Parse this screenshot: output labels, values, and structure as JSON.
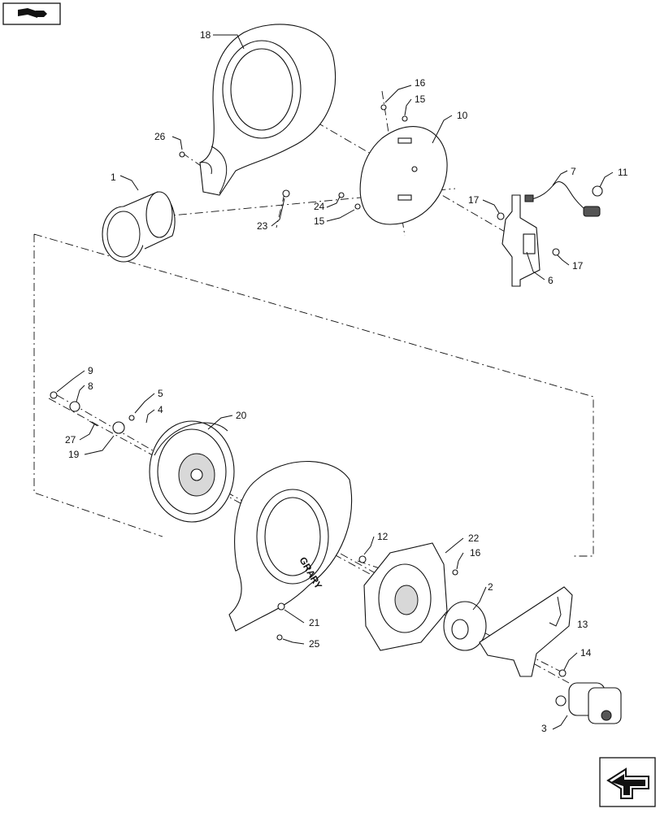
{
  "diagram": {
    "callouts": [
      "18",
      "16",
      "15",
      "10",
      "26",
      "1",
      "24",
      "15",
      "23",
      "7",
      "11",
      "17",
      "17",
      "6",
      "9",
      "8",
      "5",
      "4",
      "27",
      "19",
      "20",
      "12",
      "22",
      "16",
      "2",
      "21",
      "13",
      "25",
      "14",
      "3"
    ],
    "brand_text": "GRARY"
  },
  "icons": {
    "top_left": "book-page-icon",
    "bottom_right": "next-arrow-icon"
  }
}
